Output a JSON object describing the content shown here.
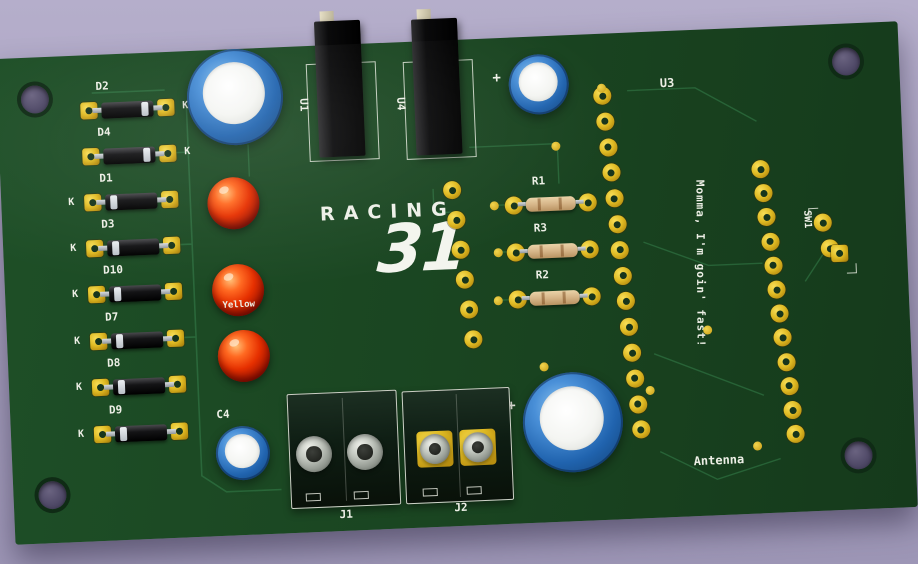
{
  "scene": {
    "background": "#a9a2c0"
  },
  "board": {
    "color": "#1b4723",
    "pad_color": "#dcb91e",
    "silk_color": "#edefe6"
  },
  "silk": {
    "logo": "31",
    "brand": "RACING",
    "motto": "Momma, I'm goin' fast!",
    "antenna": "Antenna",
    "u1": "U1",
    "u3": "U3",
    "u4": "U4",
    "sw1": "SW1",
    "j1": "J1",
    "j2": "J2",
    "c4": "C4",
    "led_label": "Yellow",
    "plus": "+"
  },
  "diodes": [
    {
      "ref": "D2",
      "k": "K"
    },
    {
      "ref": "D4",
      "k": "K"
    },
    {
      "ref": "D1",
      "k": "K"
    },
    {
      "ref": "D3",
      "k": "K"
    },
    {
      "ref": "D10",
      "k": "K"
    },
    {
      "ref": "D7",
      "k": "K"
    },
    {
      "ref": "D8",
      "k": "K"
    },
    {
      "ref": "D9",
      "k": "K"
    }
  ],
  "resistors": [
    {
      "ref": "R1"
    },
    {
      "ref": "R3"
    },
    {
      "ref": "R2"
    }
  ]
}
